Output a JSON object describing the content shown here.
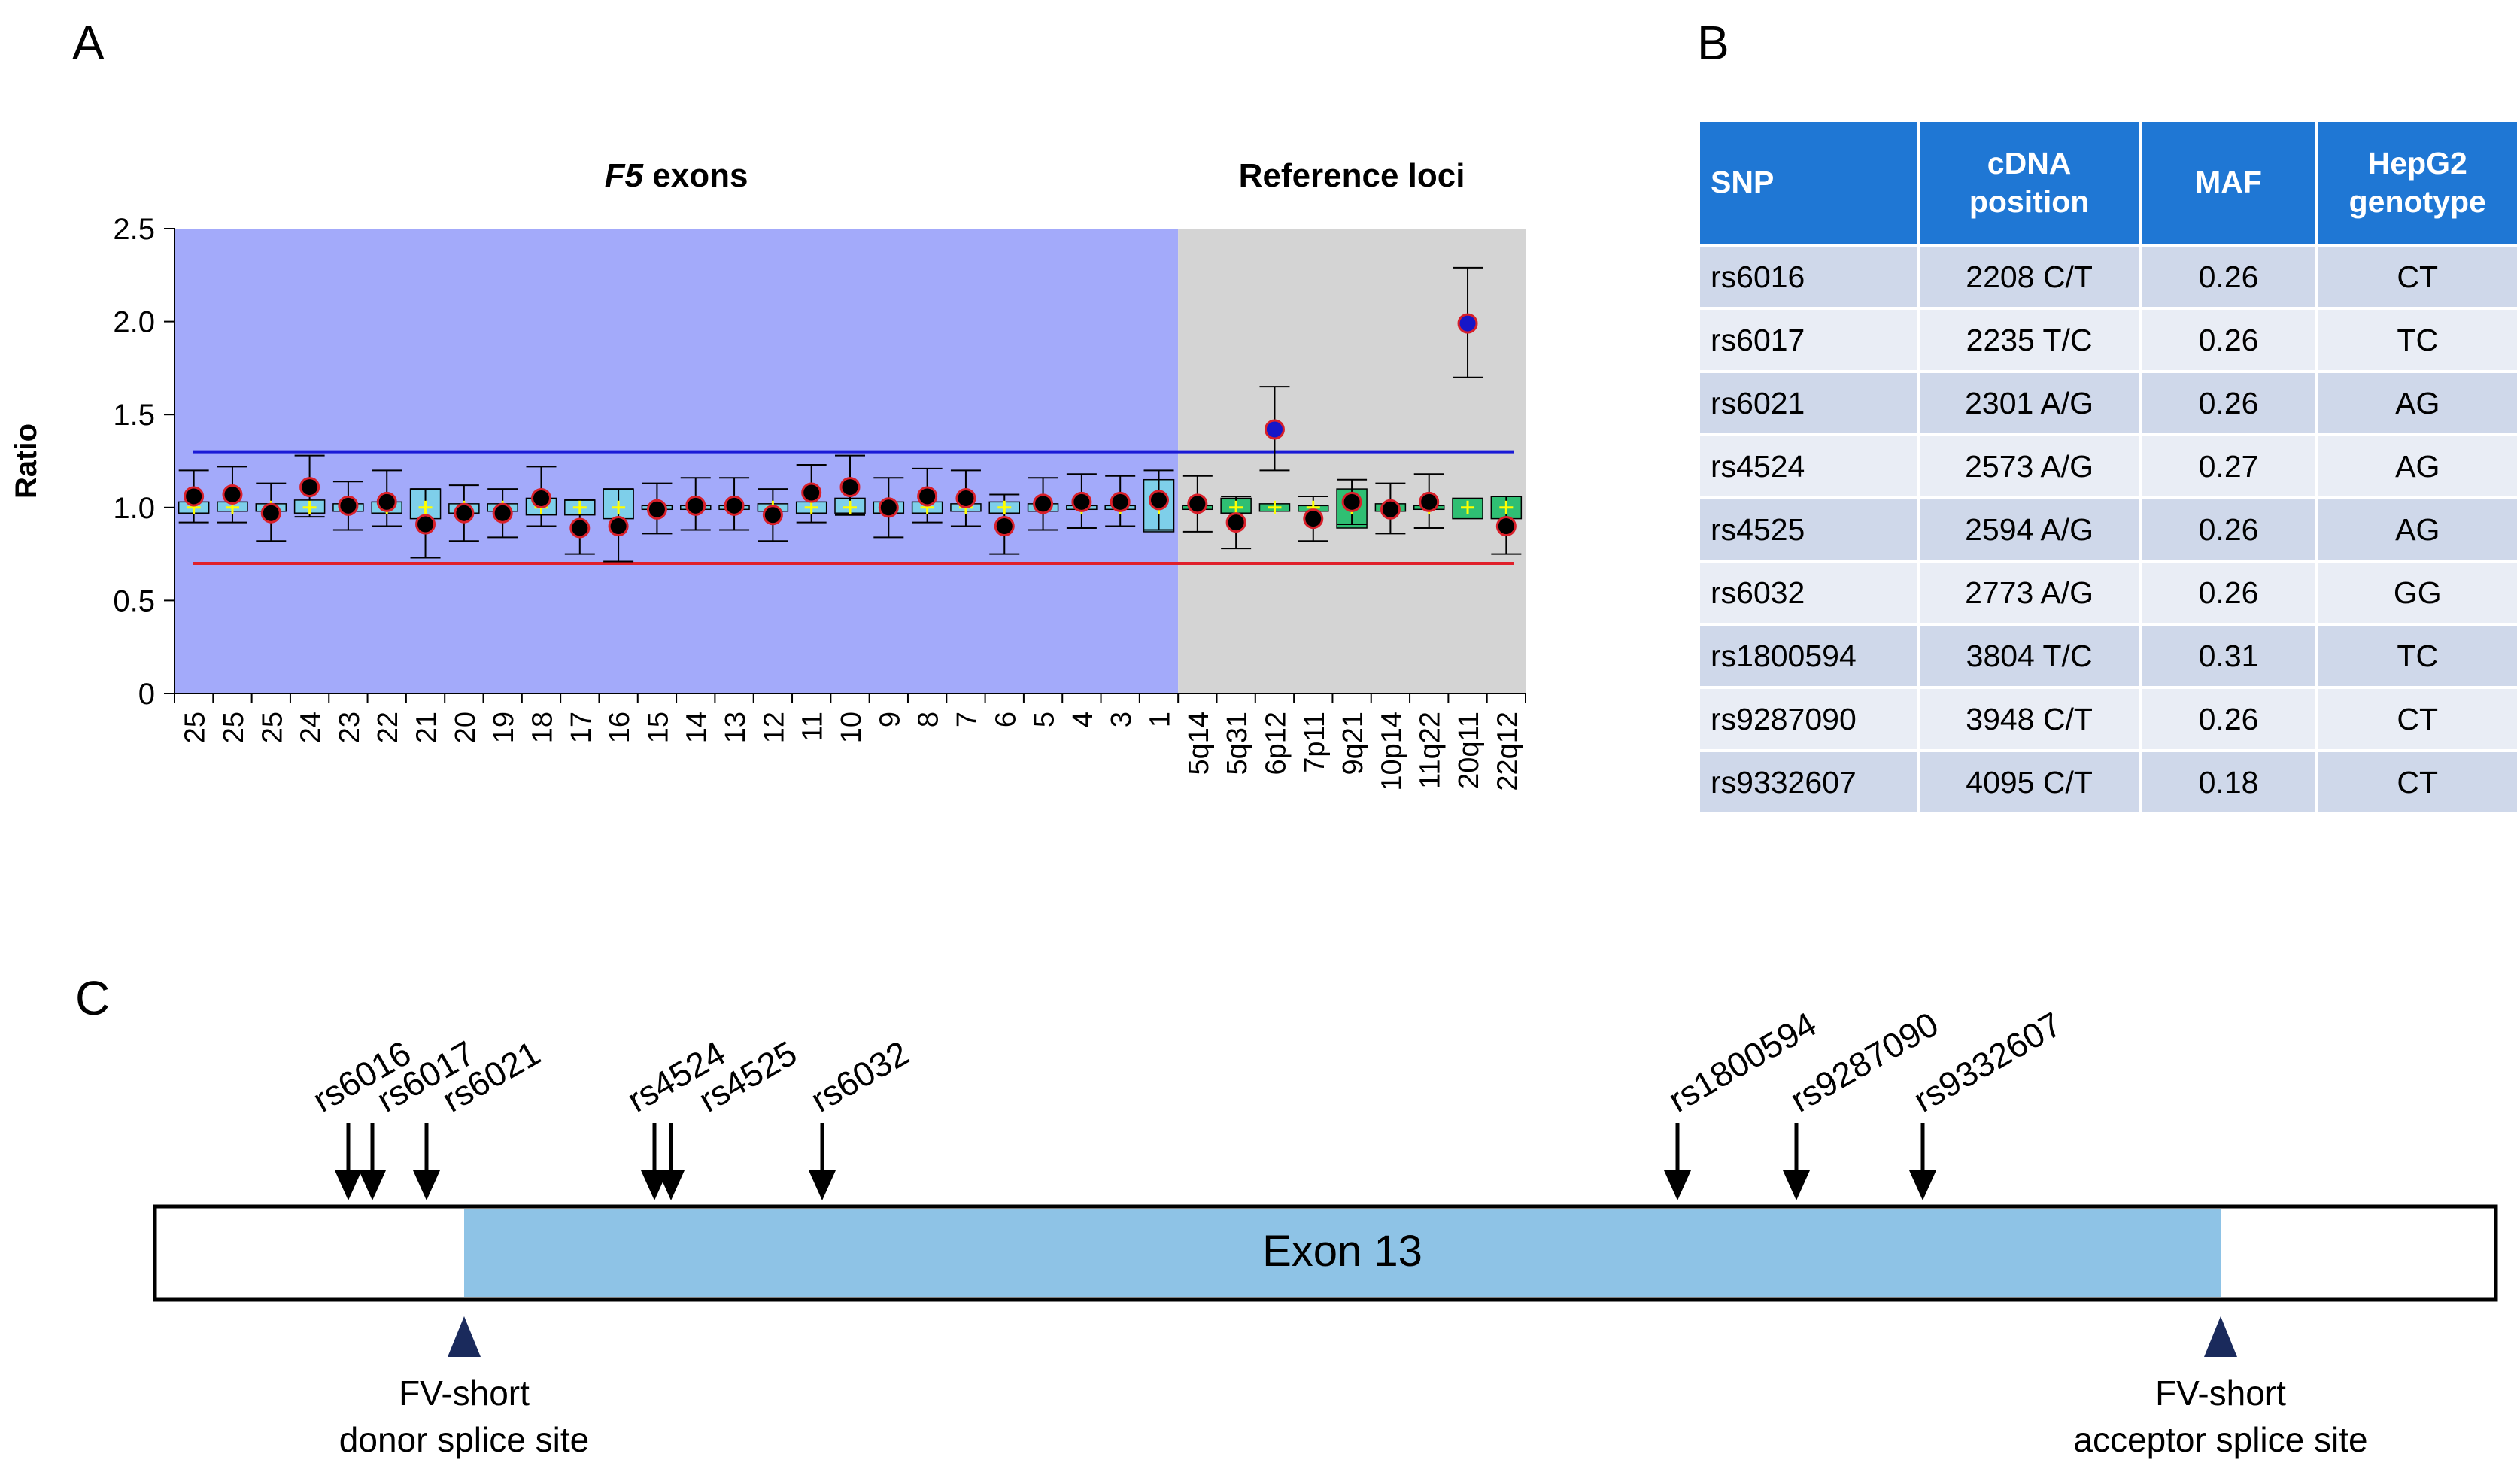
{
  "panels": {
    "a": "A",
    "b": "B",
    "c": "C"
  },
  "chart_data": {
    "type": "scatter",
    "ylabel": "Ratio",
    "ylim": [
      0,
      2.5
    ],
    "yticks": [
      "0",
      "0.5",
      "1.0",
      "1.5",
      "2.0",
      "2.5"
    ],
    "group_labels": {
      "exons_italic": "F5",
      "exons_rest": " exons",
      "reference": "Reference loci"
    },
    "thresholds": {
      "upper": 1.3,
      "lower": 0.7,
      "upper_color": "#1a1ad6",
      "lower_color": "#e0202a"
    },
    "colors": {
      "exon_bg": "#a3aafa",
      "ref_bg": "#d4d4d4",
      "exon_box": "#7ecfea",
      "ref_box": "#2fbf73",
      "point": "#000000",
      "point_edge": "#d8202a",
      "outlier": "#1616c8",
      "median_mark": "#ffff00"
    },
    "categories": [
      "25",
      "25",
      "25",
      "24",
      "23",
      "22",
      "21",
      "20",
      "19",
      "18",
      "17",
      "16",
      "15",
      "14",
      "13",
      "12",
      "11",
      "10",
      "9",
      "8",
      "7",
      "6",
      "5",
      "4",
      "3",
      "1",
      "5q14",
      "5q31",
      "6p12",
      "7p11",
      "9q21",
      "10p14",
      "11q22",
      "20q11",
      "22q12"
    ],
    "groups": [
      "exon",
      "exon",
      "exon",
      "exon",
      "exon",
      "exon",
      "exon",
      "exon",
      "exon",
      "exon",
      "exon",
      "exon",
      "exon",
      "exon",
      "exon",
      "exon",
      "exon",
      "exon",
      "exon",
      "exon",
      "exon",
      "exon",
      "exon",
      "exon",
      "exon",
      "exon",
      "ref",
      "ref",
      "ref",
      "ref",
      "ref",
      "ref",
      "ref",
      "ref",
      "ref"
    ],
    "series": [
      {
        "values": [
          1.06,
          1.07,
          0.97,
          1.11,
          1.01,
          1.03,
          0.91,
          0.97,
          0.97,
          1.05,
          0.89,
          0.9,
          0.99,
          1.01,
          1.01,
          0.96,
          1.08,
          1.11,
          1.0,
          1.06,
          1.05,
          0.9,
          1.02,
          1.03,
          1.03,
          1.04,
          1.02,
          0.92,
          1.42,
          0.94,
          1.03,
          0.99,
          1.03,
          1.99,
          0.9
        ]
      }
    ],
    "error_low": [
      0.92,
      0.92,
      0.82,
      0.95,
      0.88,
      0.9,
      0.73,
      0.82,
      0.84,
      0.9,
      0.75,
      0.71,
      0.86,
      0.88,
      0.88,
      0.82,
      0.92,
      0.96,
      0.84,
      0.92,
      0.9,
      0.75,
      0.88,
      0.89,
      0.9,
      0.88,
      0.87,
      0.78,
      1.2,
      0.82,
      0.91,
      0.86,
      0.89,
      1.7,
      0.75
    ],
    "error_high": [
      1.2,
      1.22,
      1.13,
      1.28,
      1.14,
      1.2,
      1.1,
      1.12,
      1.1,
      1.22,
      1.04,
      1.1,
      1.13,
      1.16,
      1.16,
      1.1,
      1.23,
      1.28,
      1.16,
      1.21,
      1.2,
      1.07,
      1.16,
      1.18,
      1.17,
      1.2,
      1.17,
      1.06,
      1.65,
      1.06,
      1.15,
      1.13,
      1.18,
      2.29,
      1.06
    ],
    "box_low": [
      0.97,
      0.98,
      0.98,
      0.97,
      0.98,
      0.97,
      0.94,
      0.97,
      0.98,
      0.96,
      0.96,
      0.94,
      0.99,
      0.99,
      0.99,
      0.98,
      0.97,
      0.97,
      0.97,
      0.97,
      0.98,
      0.97,
      0.98,
      0.99,
      0.99,
      0.87,
      0.99,
      0.97,
      0.98,
      0.98,
      0.89,
      0.98,
      0.99,
      0.94,
      0.94
    ],
    "box_high": [
      1.03,
      1.03,
      1.02,
      1.04,
      1.02,
      1.03,
      1.1,
      1.02,
      1.02,
      1.05,
      1.04,
      1.1,
      1.01,
      1.01,
      1.01,
      1.02,
      1.03,
      1.05,
      1.03,
      1.03,
      1.02,
      1.03,
      1.02,
      1.01,
      1.01,
      1.15,
      1.01,
      1.05,
      1.02,
      1.01,
      1.1,
      1.02,
      1.01,
      1.05,
      1.06
    ]
  },
  "table": {
    "headers": [
      [
        "SNP"
      ],
      [
        "cDNA",
        "position"
      ],
      [
        "MAF"
      ],
      [
        "HepG2",
        "genotype"
      ]
    ],
    "rows": [
      [
        "rs6016",
        "2208 C/T",
        "0.26",
        "CT"
      ],
      [
        "rs6017",
        "2235 T/C",
        "0.26",
        "TC"
      ],
      [
        "rs6021",
        "2301 A/G",
        "0.26",
        "AG"
      ],
      [
        "rs4524",
        "2573 A/G",
        "0.27",
        "AG"
      ],
      [
        "rs4525",
        "2594 A/G",
        "0.26",
        "AG"
      ],
      [
        "rs6032",
        "2773 A/G",
        "0.26",
        "GG"
      ],
      [
        "rs1800594",
        "3804 T/C",
        "0.31",
        "TC"
      ],
      [
        "rs9287090",
        "3948 C/T",
        "0.26",
        "CT"
      ],
      [
        "rs9332607",
        "4095 C/T",
        "0.18",
        "CT"
      ]
    ]
  },
  "diagram": {
    "exon_label": "Exon 13",
    "exon_color": "#8ec3e6",
    "snp_labels": [
      "rs6016",
      "rs6017",
      "rs6021",
      "rs4524",
      "rs4525",
      "rs6032",
      "rs1800594",
      "rs9287090",
      "rs9332607"
    ],
    "splice_sites": [
      {
        "line1": "FV-short",
        "line2": "donor splice site"
      },
      {
        "line1": "FV-short",
        "line2": "acceptor splice site"
      }
    ],
    "marker_color": "#1a2a5c"
  }
}
